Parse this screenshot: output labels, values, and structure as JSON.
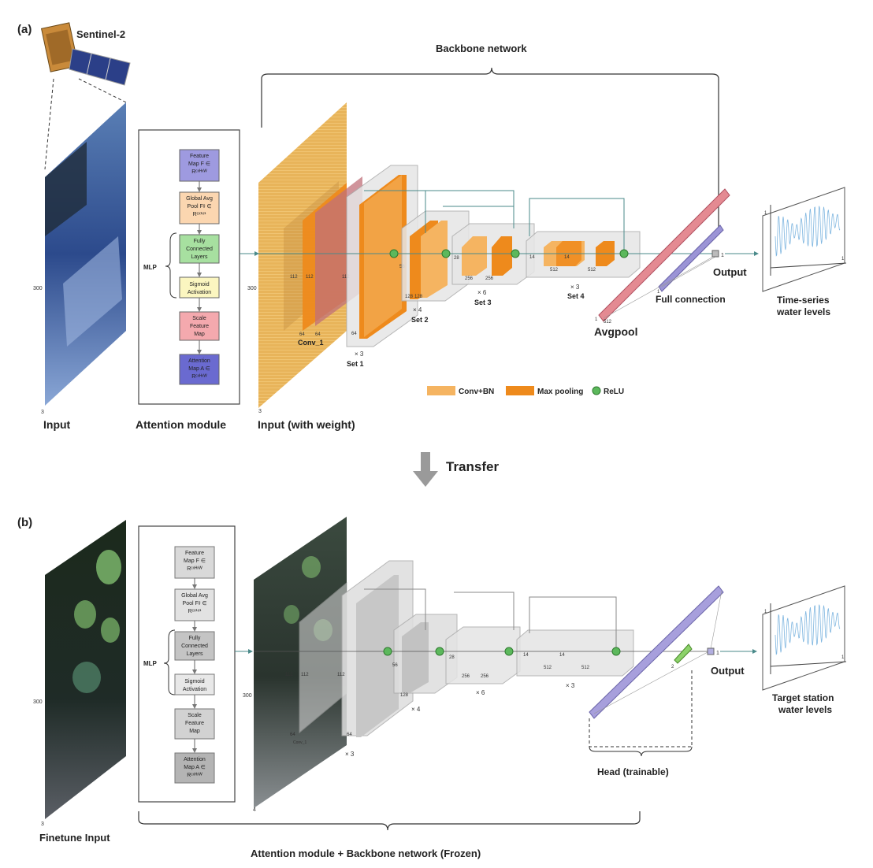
{
  "panel_a": {
    "label": "(a)",
    "satellite": "Sentinel-2",
    "backbone_title": "Backbone network",
    "input_label": "Input",
    "attention_label": "Attention module",
    "weighted_input_label": "Input (with weight)",
    "attention_module": {
      "mlp": "MLP",
      "boxes": [
        {
          "l1": "Feature",
          "l2": "Map F ∈",
          "l3": "Rᶜˣᴴˣᵂ"
        },
        {
          "l1": "Global Avg",
          "l2": "Pool Fᵍ ∈",
          "l3": "Rᶜˣ¹ˣ¹"
        },
        {
          "l1": "Fully",
          "l2": "Connected",
          "l3": "Layers"
        },
        {
          "l1": "Sigmoid",
          "l2": "Activation",
          "l3": ""
        },
        {
          "l1": "Scale",
          "l2": "Feature",
          "l3": "Map"
        },
        {
          "l1": "Attention",
          "l2": "Map A ∈",
          "l3": "Rᶜˣᴴˣᵂ"
        }
      ]
    },
    "dims": {
      "d300": "300",
      "d3": "3",
      "d512": "512",
      "d112": "112",
      "d64": "64",
      "d56": "56",
      "d128": "128",
      "d28": "28",
      "d256": "256",
      "d14": "14",
      "d1": "1"
    },
    "sets": {
      "conv1": "Conv_1",
      "set1_mult": "× 3",
      "set1": "Set 1",
      "set2_mult": "× 4",
      "set2": "Set 2",
      "set3_mult": "× 6",
      "set3": "Set 3",
      "set4_mult": "× 3",
      "set4": "Set 4"
    },
    "avgpool": "Avgpool",
    "full_connection": "Full connection",
    "output": "Output",
    "ts_label_1": "Time-series",
    "ts_label_2": "water levels",
    "legend": {
      "conv": "Conv+BN",
      "pool": "Max pooling",
      "relu": "ReLU",
      "conv_color": "#f5b461",
      "pool_color": "#ee8a1c",
      "relu_color": "#5cb85c"
    }
  },
  "transfer": "Transfer",
  "panel_b": {
    "label": "(b)",
    "finetune_label": "Finetune Input",
    "output": "Output",
    "head": "Head (trainable)",
    "target_1": "Target station",
    "target_2": "water levels",
    "frozen": "Attention module + Backbone network (Frozen)",
    "conv1": "Conv_1",
    "mult_3": "× 3",
    "mult_4": "× 4",
    "mult_6": "× 6",
    "mult_3b": "× 3",
    "d4": "4",
    "d2": "2"
  }
}
